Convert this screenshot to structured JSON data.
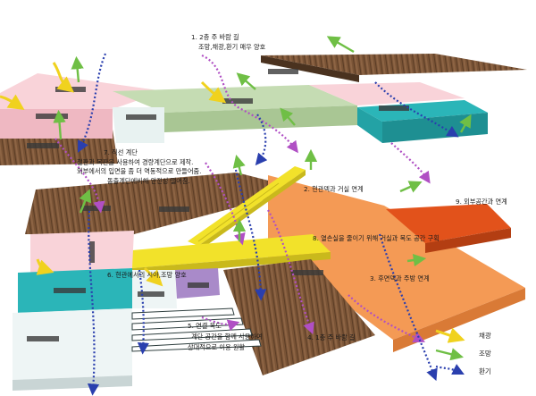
{
  "annotations": {
    "n1_title": "1. 2층 주 바람 길",
    "n1_body": "조망,채광,환기 매우 양호",
    "n7_title": "7. 직선 계단",
    "n7_body1": "철판과 목판을 사용하여 경량계단으로 제작.",
    "n7_body2": "외부에서의 입면을 좀 더 역동적으로 만들어줌.",
    "n7_body3": "돌출계단에비해 안전성 떨어짐.",
    "n2": "2. 현관덱과 거실 연계",
    "n9": "9. 외부공간과 연계",
    "n8": "8. 열손실을 줄이기 위해 거실과 복도 공간 구획",
    "n6": "6. 현관에서의 시야,조망 양호",
    "n3": "3. 후면덱과 주방 연계",
    "n5_title": "5. 연결 복도",
    "n5_body1": "계단 공간을 함께 사용하여",
    "n5_body2": "상대적으로 이용 원활",
    "n4": "4. 1층 주 바람 길"
  },
  "legend": {
    "sunlight": "채광",
    "view": "조망",
    "ventilation": "환기"
  },
  "colors": {
    "sunlight_arrow": "#f0d21e",
    "view_arrow": "#6fbf45",
    "ventilation_arrow": "#2a3fae",
    "wind_arrow": "#b04fc4",
    "wood": "#7a5436",
    "pink_room": "#f9d3d9",
    "green_room": "#c5dcb3",
    "teal_room": "#2bb5b8",
    "orange_living": "#f49a55",
    "red_orange_deck": "#e2521b",
    "yellow_stair": "#f2e22a",
    "purple_room": "#a98ac9",
    "white_room": "#eef5f5"
  },
  "icons": [
    "sunlight-arrow-icon",
    "view-arrow-icon",
    "ventilation-arrow-icon",
    "wind-arrow-icon"
  ]
}
